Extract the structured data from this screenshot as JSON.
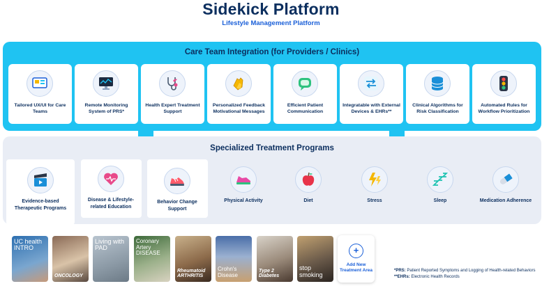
{
  "header": {
    "title": "Sidekick Platform",
    "subtitle": "Lifestyle Management Platform"
  },
  "care_team": {
    "title": "Care Team Integration (for Providers / Clinics)",
    "cards": [
      {
        "label": "Tailored UX/UI for Care Teams",
        "icon": "dashboard-icon"
      },
      {
        "label": "Remote Monitoring System of PRS*",
        "icon": "monitor-chart-icon"
      },
      {
        "label": "Health Expert Treatment Support",
        "icon": "stethoscope-icon"
      },
      {
        "label": "Personalized Feedback Motivational Messages",
        "icon": "clapping-hands-icon"
      },
      {
        "label": "Efficient Patient Communication",
        "icon": "chat-bubble-icon"
      },
      {
        "label": "Integratable with External Devices & EHRs**",
        "icon": "exchange-arrows-icon"
      },
      {
        "label": "Clinical Algorithms for Risk Classification",
        "icon": "database-icon"
      },
      {
        "label": "Automated Rules for Workflow Prioritization",
        "icon": "traffic-light-icon"
      }
    ]
  },
  "programs": {
    "title": "Specialized Treatment Programs",
    "items": [
      {
        "label": "Evidence-based Therapeutic Programs",
        "icon": "clapperboard-icon"
      },
      {
        "label": "Disease & Lifestyle-related Education",
        "icon": "heart-pulse-icon"
      },
      {
        "label": "Behavior Change Support",
        "icon": "sneaker-icon"
      },
      {
        "label": "Physical Activity",
        "icon": "shoe-icon"
      },
      {
        "label": "Diet",
        "icon": "apple-icon"
      },
      {
        "label": "Stress",
        "icon": "lightning-icon"
      },
      {
        "label": "Sleep",
        "icon": "zzz-icon"
      },
      {
        "label": "Medication Adherence",
        "icon": "pill-icon"
      }
    ]
  },
  "treatment_areas": [
    {
      "title": "UC health INTRO",
      "bottom": ""
    },
    {
      "title": "",
      "bottom": "ONCOLOGY"
    },
    {
      "title": "Living with PAD",
      "bottom": ""
    },
    {
      "title": "Coronary Artery DISEASE",
      "bottom": ""
    },
    {
      "title": "",
      "bottom": "Rheumatoid ARTHRITIS"
    },
    {
      "title": "",
      "bottom": "Crohn's Disease"
    },
    {
      "title": "",
      "bottom": "Type 2 Diabetes"
    },
    {
      "title": "",
      "bottom": "stop smoking"
    }
  ],
  "add_card": {
    "plus": "+",
    "label": "Add New Treatment Area"
  },
  "notes": {
    "prs_key": "*PRS:",
    "prs_text": " Patient Reported Symptoms and Logging of Health-related Behaviors",
    "ehr_key": "**EHRs:",
    "ehr_text": " Electronic Health Records"
  },
  "colors": {
    "band": "#1fc3f2",
    "navy": "#0b2e5e",
    "accent": "#1a5fd8",
    "panel": "#e9edf5"
  }
}
